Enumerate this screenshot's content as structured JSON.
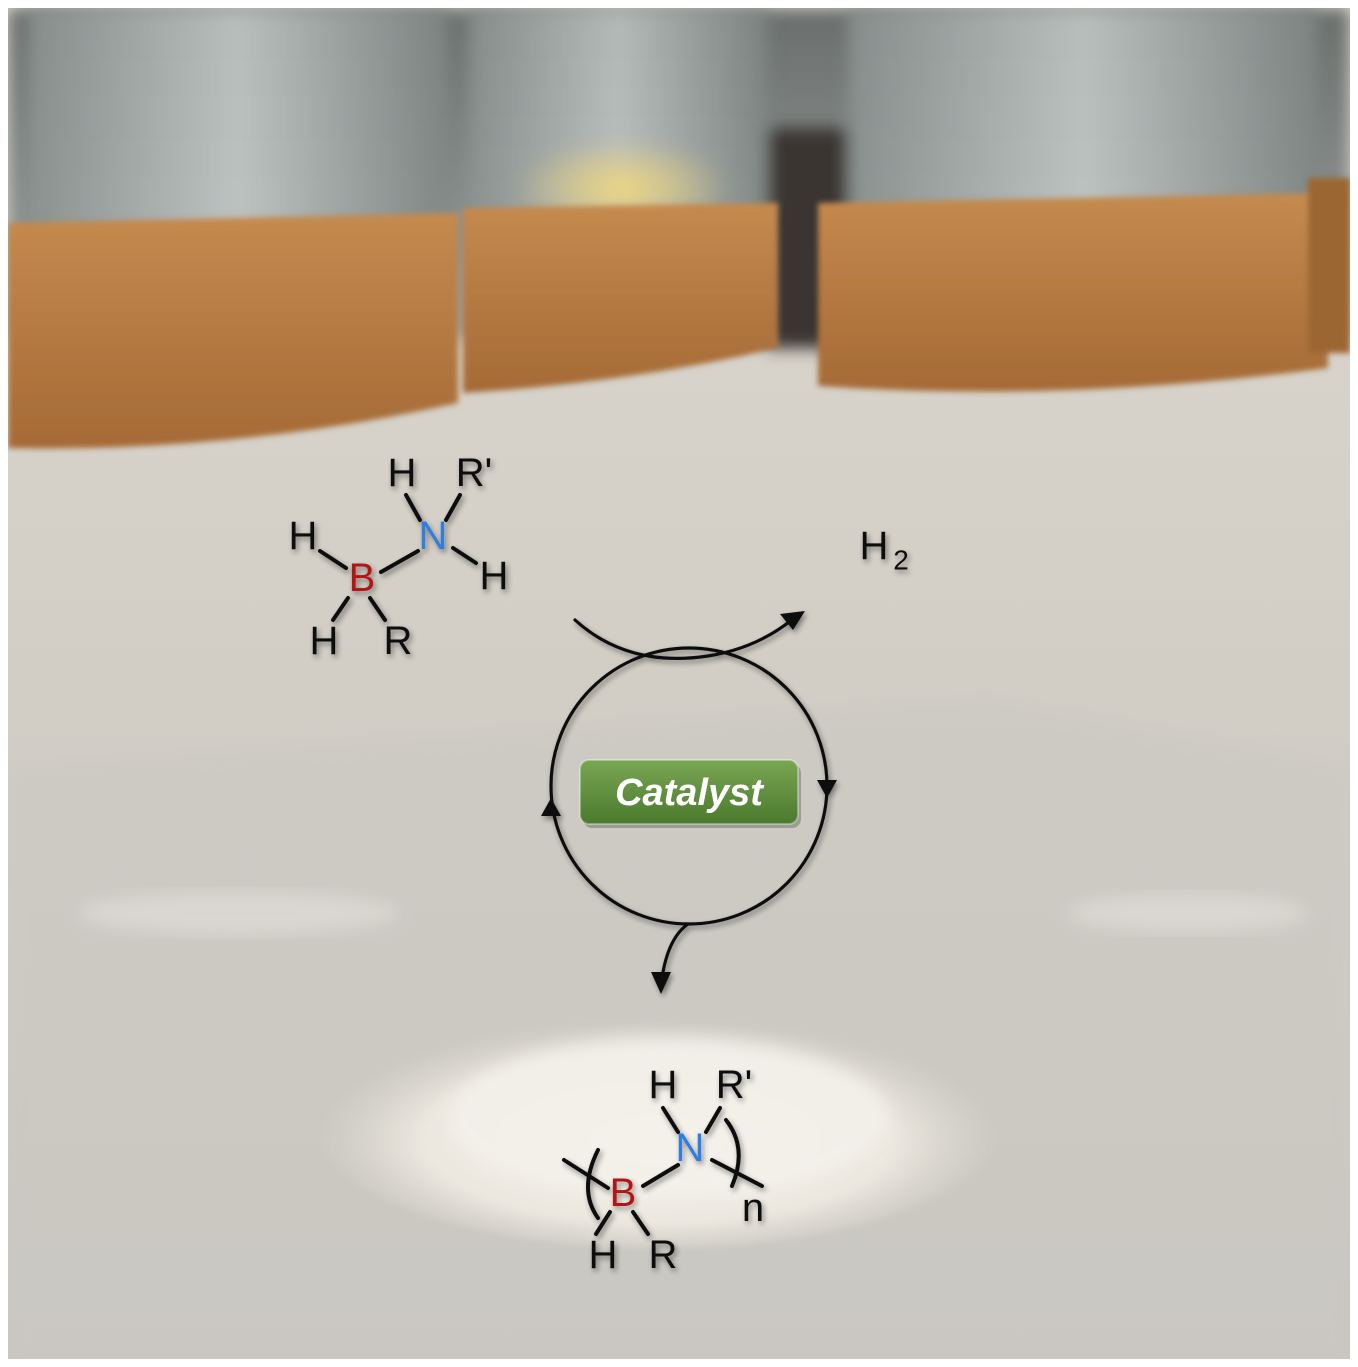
{
  "reactant": {
    "atoms": {
      "h_top": "H",
      "r_prime": "R'",
      "h_left": "H",
      "n": "N",
      "h_right": "H",
      "b": "B",
      "h_bottom": "H",
      "r": "R"
    }
  },
  "byproduct": {
    "label": "H",
    "subscript": "2"
  },
  "catalyst": {
    "label": "Catalyst",
    "color": "#5a8a3a"
  },
  "polymer": {
    "atoms": {
      "h_top": "H",
      "r_prime": "R'",
      "n": "N",
      "b": "B",
      "h_bottom": "H",
      "r": "R"
    },
    "repeat_subscript": "n"
  },
  "colors": {
    "boron": "#b01414",
    "nitrogen": "#2f7de0",
    "bond": "#111111"
  }
}
